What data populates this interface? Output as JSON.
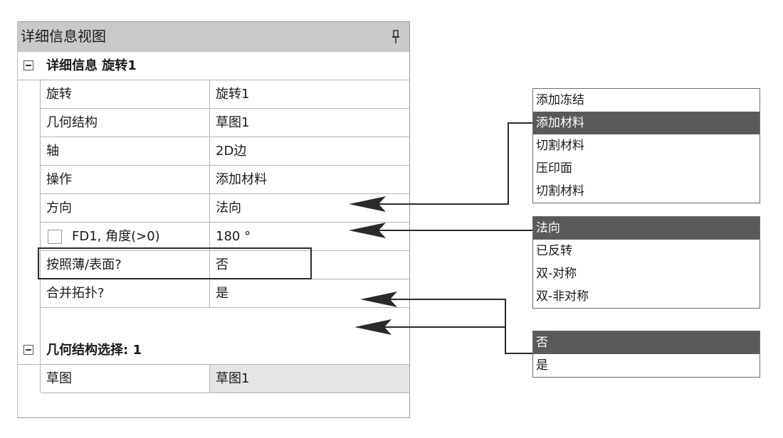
{
  "panel": {
    "title": "详细信息视图",
    "pin_glyph": "𐋑",
    "group1": {
      "label": "详细信息 旋转1"
    },
    "rows": [
      {
        "name": "旋转",
        "value": "旋转1"
      },
      {
        "name": "几何结构",
        "value": "草图1"
      },
      {
        "name": "轴",
        "value": "2D边"
      },
      {
        "name": "操作",
        "value": "添加材料"
      },
      {
        "name": "方向",
        "value": "法向"
      },
      {
        "name": "FD1, 角度(>0)",
        "value": "180 °"
      },
      {
        "name": "按照薄/表面?",
        "value": "否"
      },
      {
        "name": "合并拓扑?",
        "value": "是"
      }
    ],
    "group2": {
      "label": "几何结构选择: 1"
    },
    "group2_rows": [
      {
        "name": "草图",
        "value": "草图1"
      }
    ]
  },
  "dropdowns": {
    "operation": {
      "options": [
        "添加冻结",
        "添加材料",
        "切割材料",
        "压印面",
        "切割材料"
      ],
      "selected_index": 1
    },
    "direction": {
      "options": [
        "法向",
        "已反转",
        "双-对称",
        "双-非对称"
      ],
      "selected_index": 0
    },
    "boolean": {
      "options": [
        "否",
        "是"
      ],
      "selected_index": 0
    }
  },
  "colors": {
    "header_bg": "#c9c9c9",
    "selected_bg": "#5a5a5a",
    "connector": "#2a2a2a"
  }
}
